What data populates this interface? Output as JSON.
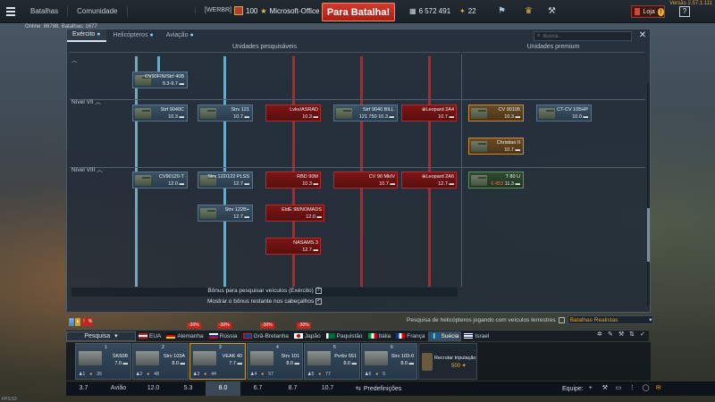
{
  "topbar": {
    "nav": [
      "Batalhas",
      "Comunidade"
    ],
    "clan_tag": "[WERBR]",
    "user_level": "100",
    "username": "Microsoft-Office",
    "battle_button": "Para Batalha!",
    "silver_lions": "6 572 491",
    "golden_eagles": "22",
    "shop_label": "Loja",
    "help": "?",
    "version": "Versão 2.57.1.111"
  },
  "online_info": "Online: 86788, Batalhas: 1677",
  "tabs": [
    {
      "label": "Exército"
    },
    {
      "label": "Helicópteros"
    },
    {
      "label": "Aviação"
    }
  ],
  "search": {
    "placeholder": "Busca..."
  },
  "sections": {
    "researchable": "Unidades pesquisáveis",
    "premium": "Unidades premium"
  },
  "tiers": [
    "Nível VII",
    "Nível VIII"
  ],
  "vehicles": [
    {
      "name": "CV90FIN/Strf 40B",
      "br": "9.3-9.7"
    },
    {
      "name": "Strf 9040C",
      "br": "10.3"
    },
    {
      "name": "Strv 121",
      "br": "10.7"
    },
    {
      "name": "Lvkv/ASRAD",
      "br": "10.3"
    },
    {
      "name": "Strf 9040 BILL",
      "br": "10.3",
      "br_prefix": "121 750"
    },
    {
      "name": "Leopard 2A4",
      "br": "10.7"
    },
    {
      "name": "CV 90105",
      "br": "10.3"
    },
    {
      "name": "CT-CV 105HP",
      "br": "10.0"
    },
    {
      "name": "Christian II",
      "br": "10.7"
    },
    {
      "name": "CV90120-T",
      "br": "12.0"
    },
    {
      "name": "Strv 122/122 PLSS",
      "br": "12.7"
    },
    {
      "name": "RBD 90M",
      "br": "10.3"
    },
    {
      "name": "CV 90 MkIV",
      "br": "10.7"
    },
    {
      "name": "Leopard 2A6",
      "br": "12.7"
    },
    {
      "name": "T 80 U",
      "br": "11.3",
      "br_prefix": "6.453"
    },
    {
      "name": "Strv 122B+",
      "br": "12.7"
    },
    {
      "name": "EldE 98/NOMADS",
      "br": "12.0"
    },
    {
      "name": "NASAMS 3",
      "br": "12.7"
    }
  ],
  "bonus": {
    "title": "Bônus para pesquisar veículos (Exército)",
    "hint": "?",
    "toggle": "Mostrar o bônus restante nos cabeçalhos"
  },
  "heli_research": {
    "label": "Pesquisa de helicópteros jogando com veículos terrestres",
    "mode": "Batalhas Realistas"
  },
  "research_label": "Pesquisa",
  "nations": [
    {
      "name": "EUA",
      "discount": ""
    },
    {
      "name": "Alemanha",
      "discount": "-30%"
    },
    {
      "name": "Rússia",
      "discount": "-30%"
    },
    {
      "name": "Grã-Bretanha",
      "discount": "-30%"
    },
    {
      "name": "Japão",
      "discount": "-30%"
    },
    {
      "name": "Paquistão",
      "discount": ""
    },
    {
      "name": "Itália",
      "discount": ""
    },
    {
      "name": "França",
      "discount": ""
    },
    {
      "name": "Suécia",
      "discount": ""
    },
    {
      "name": "Israel",
      "discount": ""
    }
  ],
  "crew_slots": [
    {
      "num": "1",
      "name": "SK60B",
      "br": "7.0",
      "crew": "1",
      "cost": "26"
    },
    {
      "num": "2",
      "name": "Strv 103A",
      "br": "8.0",
      "crew": "2",
      "cost": "48"
    },
    {
      "num": "3",
      "name": "VEAK 40",
      "br": "7.7",
      "crew": "3",
      "cost": "44"
    },
    {
      "num": "4",
      "name": "Strv 101",
      "br": "8.0",
      "crew": "4",
      "cost": "57"
    },
    {
      "num": "5",
      "name": "Pvrbv 551",
      "br": "8.0",
      "crew": "5",
      "cost": "77"
    },
    {
      "num": "6",
      "name": "Strv 103-0",
      "br": "8.0",
      "crew": "6",
      "cost": "5"
    }
  ],
  "recruit": {
    "label": "Recrutar tripulação",
    "cost": "500"
  },
  "br_bar": {
    "left": [
      "3.7",
      "Avião",
      "12.0",
      "5.3",
      "8.0",
      "6.7",
      "8.7",
      "10.7"
    ],
    "presets": "Predefinições",
    "equip": "Equipe:"
  },
  "fps": "FPS:53",
  "colors": {
    "accent_red": "#c22020",
    "research_blue": "#6aa9c8",
    "premium_gold": "#c98a3a",
    "battle_red": "#d43b2d"
  }
}
